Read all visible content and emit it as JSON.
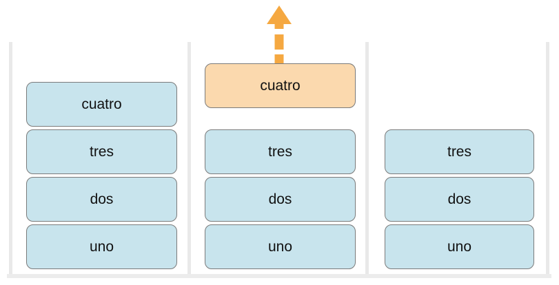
{
  "diagram": {
    "name": "stack-pop-operation",
    "stacks": [
      {
        "role": "stack-left",
        "floating": null,
        "blocks": [
          "cuatro",
          "tres",
          "dos",
          "uno"
        ]
      },
      {
        "role": "stack-middle",
        "floating": "cuatro",
        "blocks": [
          "tres",
          "dos",
          "uno"
        ]
      },
      {
        "role": "stack-right",
        "floating": null,
        "blocks": [
          "tres",
          "dos",
          "uno"
        ]
      }
    ],
    "icons": {
      "arrow": "dashed-up-arrow"
    },
    "colors": {
      "block_fill": "#c8e4ed",
      "popped_block_fill": "#fbd9ae",
      "block_border": "#7a7a7a",
      "arrow_orange": "#f5a841",
      "container_gray": "#e9e9e9",
      "base_gray": "#ececec",
      "text": "#111111"
    }
  }
}
